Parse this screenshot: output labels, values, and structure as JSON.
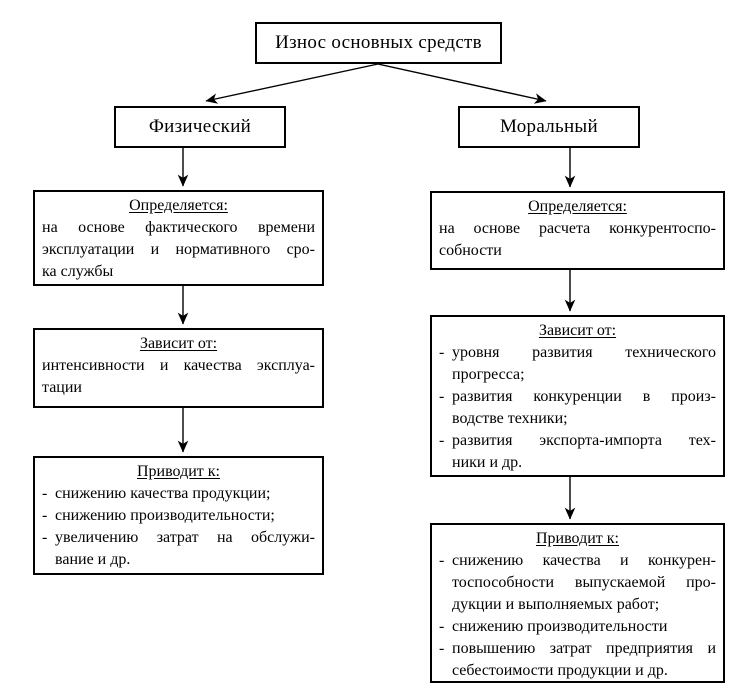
{
  "diagram": {
    "root_label": "Износ основных средств",
    "columns": [
      {
        "id": "physical",
        "header": "Физический",
        "boxes": [
          {
            "id": "determined-by",
            "title": "Определяется:",
            "segments": [
              {
                "marker": "",
                "lines": [
                  "на основе фактического времени",
                  "эксплуатации и нормативного сро-",
                  "ка службы"
                ]
              }
            ]
          },
          {
            "id": "depends-on",
            "title": "Зависит от:",
            "segments": [
              {
                "marker": "",
                "lines": [
                  "интенсивности и качества эксплуа-",
                  "тации"
                ]
              }
            ]
          },
          {
            "id": "leads-to",
            "title": "Приводит к:",
            "segments": [
              {
                "marker": "-",
                "lines": [
                  "снижению качества продукции;"
                ]
              },
              {
                "marker": "-",
                "lines": [
                  "снижению производительности;"
                ]
              },
              {
                "marker": "-",
                "lines": [
                  "увеличению затрат на обслужи-",
                  "вание и др."
                ]
              }
            ]
          }
        ]
      },
      {
        "id": "moral",
        "header": "Моральный",
        "boxes": [
          {
            "id": "determined-by",
            "title": "Определяется:",
            "segments": [
              {
                "marker": "",
                "lines": [
                  "на основе расчета конкурентоспо-",
                  "собности"
                ]
              }
            ]
          },
          {
            "id": "depends-on",
            "title": "Зависит от:",
            "segments": [
              {
                "marker": "-",
                "lines": [
                  "уровня развития технического",
                  "прогресса;"
                ]
              },
              {
                "marker": "-",
                "lines": [
                  "развития конкуренции в произ-",
                  "водстве техники;"
                ]
              },
              {
                "marker": "-",
                "lines": [
                  "развития экспорта-импорта тех-",
                  "ники и др."
                ]
              }
            ]
          },
          {
            "id": "leads-to",
            "title": "Приводит к:",
            "segments": [
              {
                "marker": "-",
                "lines": [
                  "снижению качества и конкурен-",
                  "тоспособности выпускаемой про-",
                  "дукции и выполняемых работ;"
                ]
              },
              {
                "marker": "-",
                "lines": [
                  "снижению производительности"
                ]
              },
              {
                "marker": "-",
                "lines": [
                  "повышению затрат предприятия и",
                  "себестоимости продукции и др."
                ]
              }
            ]
          }
        ]
      }
    ],
    "colors": {
      "border": "#000000",
      "background": "#ffffff",
      "text": "#000000"
    }
  }
}
